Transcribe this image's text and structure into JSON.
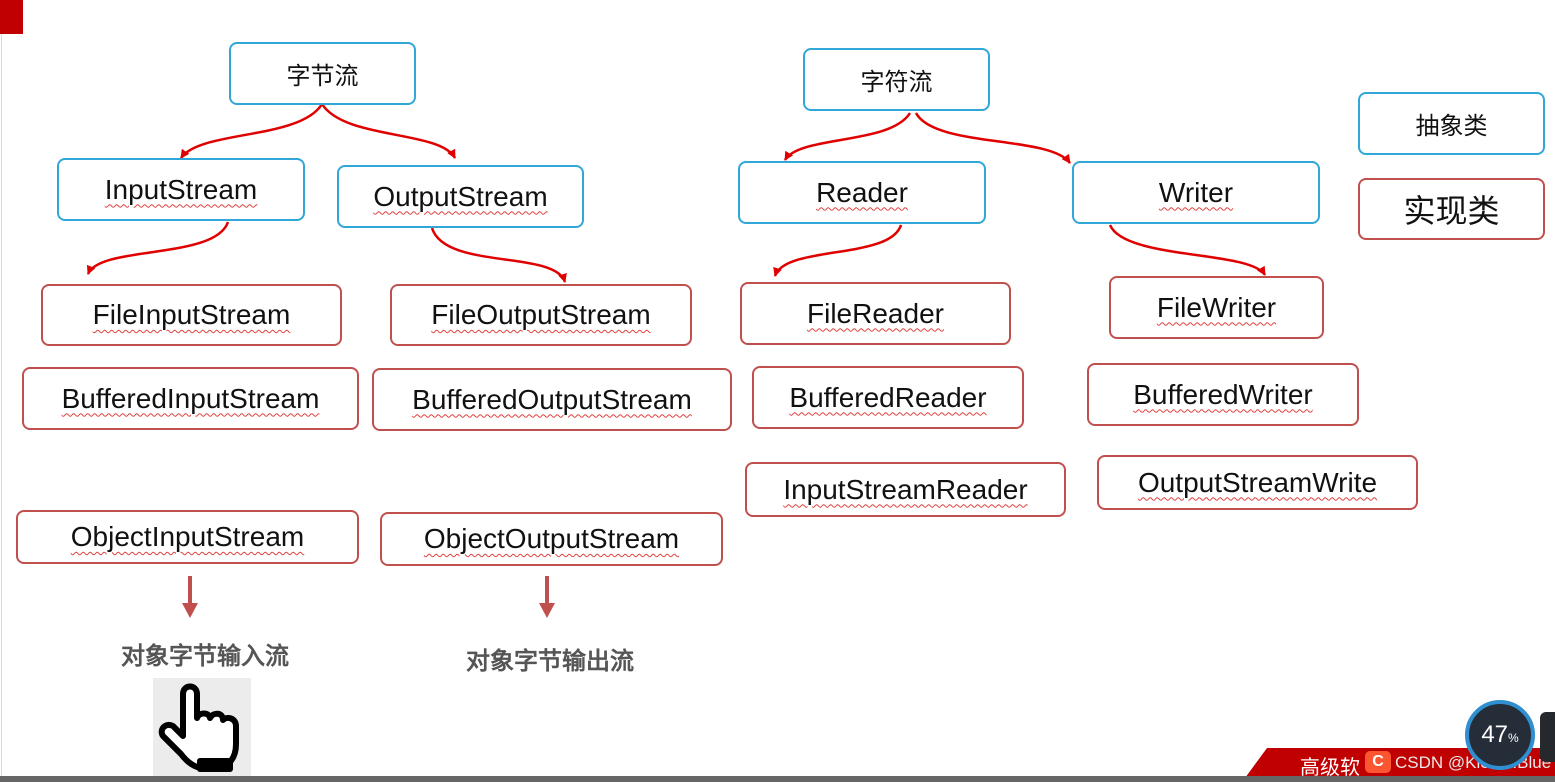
{
  "nodes": {
    "byte_stream": "字节流",
    "char_stream": "字符流",
    "input_stream": "InputStream",
    "output_stream": "OutputStream",
    "reader": "Reader",
    "writer": "Writer",
    "file_input_stream": "FileInputStream",
    "file_output_stream": "FileOutputStream",
    "file_reader": "FileReader",
    "file_writer": "FileWriter",
    "buffered_input_stream": "BufferedInputStream",
    "buffered_output_stream": "BufferedOutputStream",
    "buffered_reader": "BufferedReader",
    "buffered_writer": "BufferedWriter",
    "input_stream_reader": "InputStreamReader",
    "output_stream_write": "OutputStreamWrite",
    "object_input_stream": "ObjectInputStream",
    "object_output_stream": "ObjectOutputStream"
  },
  "legend": {
    "abstract": "抽象类",
    "implementation": "实现类"
  },
  "captions": {
    "object_input": "对象字节输入流",
    "object_output": "对象字节输出流"
  },
  "icons": {
    "hand": "pointing-hand-icon"
  },
  "overlay": {
    "banner_text": "高级软",
    "watermark": "CSDN @Klein...Blue",
    "csdn_logo": "C",
    "gauge_value": "47",
    "gauge_unit": "%"
  },
  "colors": {
    "abstract_border": "#31a7d8",
    "impl_border": "#c0504d",
    "arrow": "#e00000",
    "down_arrow": "#c0504d",
    "accent": "#c00000"
  }
}
